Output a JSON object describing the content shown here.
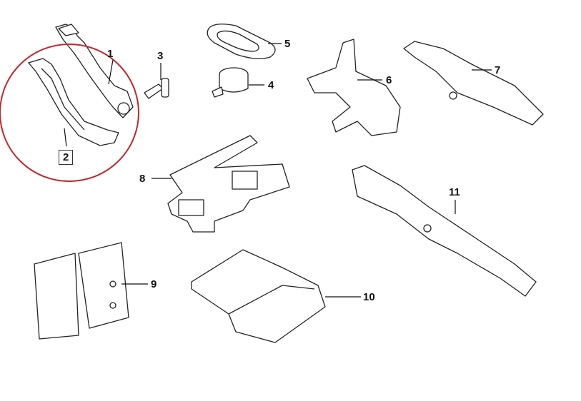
{
  "labels": {
    "p1": "1",
    "p2": "2",
    "p3": "3",
    "p4": "4",
    "p5": "5",
    "p6": "6",
    "p7": "7",
    "p8": "8",
    "p9": "9",
    "p10": "10",
    "p11": "11"
  },
  "highlight": {
    "part": "2",
    "color": "#c0282d"
  }
}
